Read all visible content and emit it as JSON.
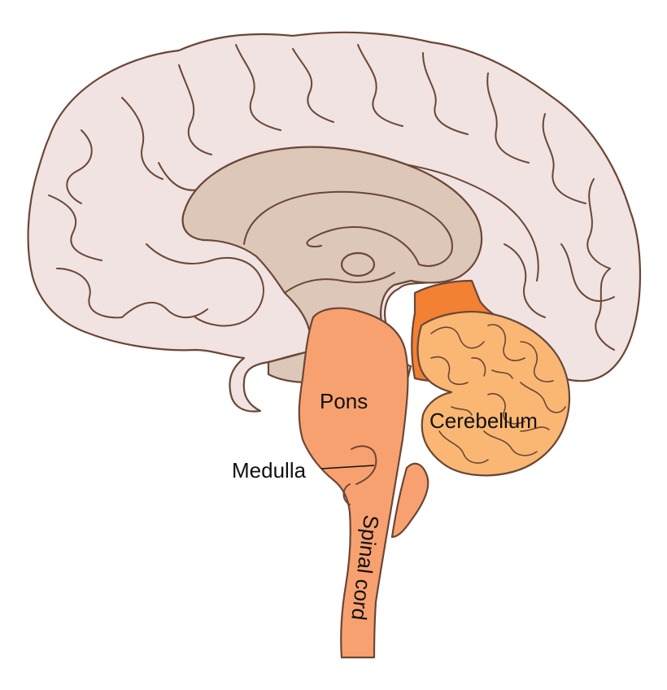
{
  "labels": {
    "pons": "Pons",
    "medulla": "Medulla",
    "cerebellum": "Cerebellum",
    "spinal_cord": "Spinal cord"
  },
  "colors": {
    "cerebrum": "#f0e3e1",
    "inner_brain": "#dcc7b8",
    "brainstem": "#f8a170",
    "midbrain_region": "#f28133",
    "cerebellum": "#f9b773",
    "outline": "#6b4636",
    "background": "#ffffff"
  }
}
